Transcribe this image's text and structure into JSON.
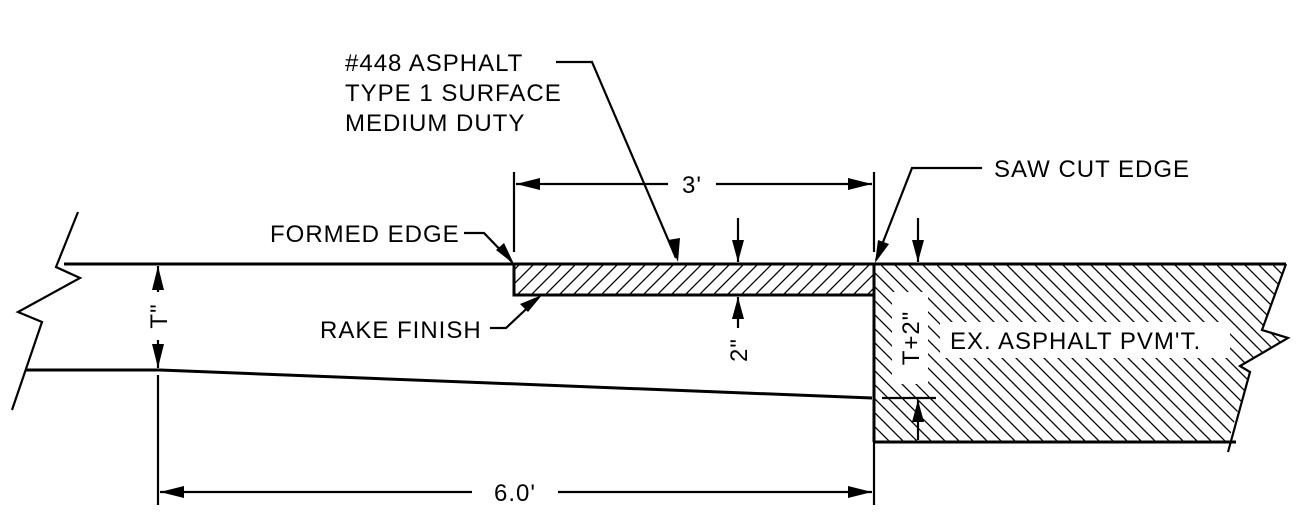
{
  "labels": {
    "asphalt_line1": "#448 ASPHALT",
    "asphalt_line2": "TYPE 1 SURFACE",
    "asphalt_line3": "MEDIUM DUTY",
    "saw_cut": "SAW CUT EDGE",
    "formed_edge": "FORMED EDGE",
    "rake_finish": "RAKE FINISH",
    "ex_asphalt": "EX. ASPHALT PVM'T."
  },
  "dimensions": {
    "width_3ft": "3'",
    "width_6ft": "6.0'",
    "depth_2in": "2\"",
    "thickness_t": "T\"",
    "thickness_t2": "T+2\""
  },
  "colors": {
    "line": "#000000",
    "background": "#ffffff"
  }
}
